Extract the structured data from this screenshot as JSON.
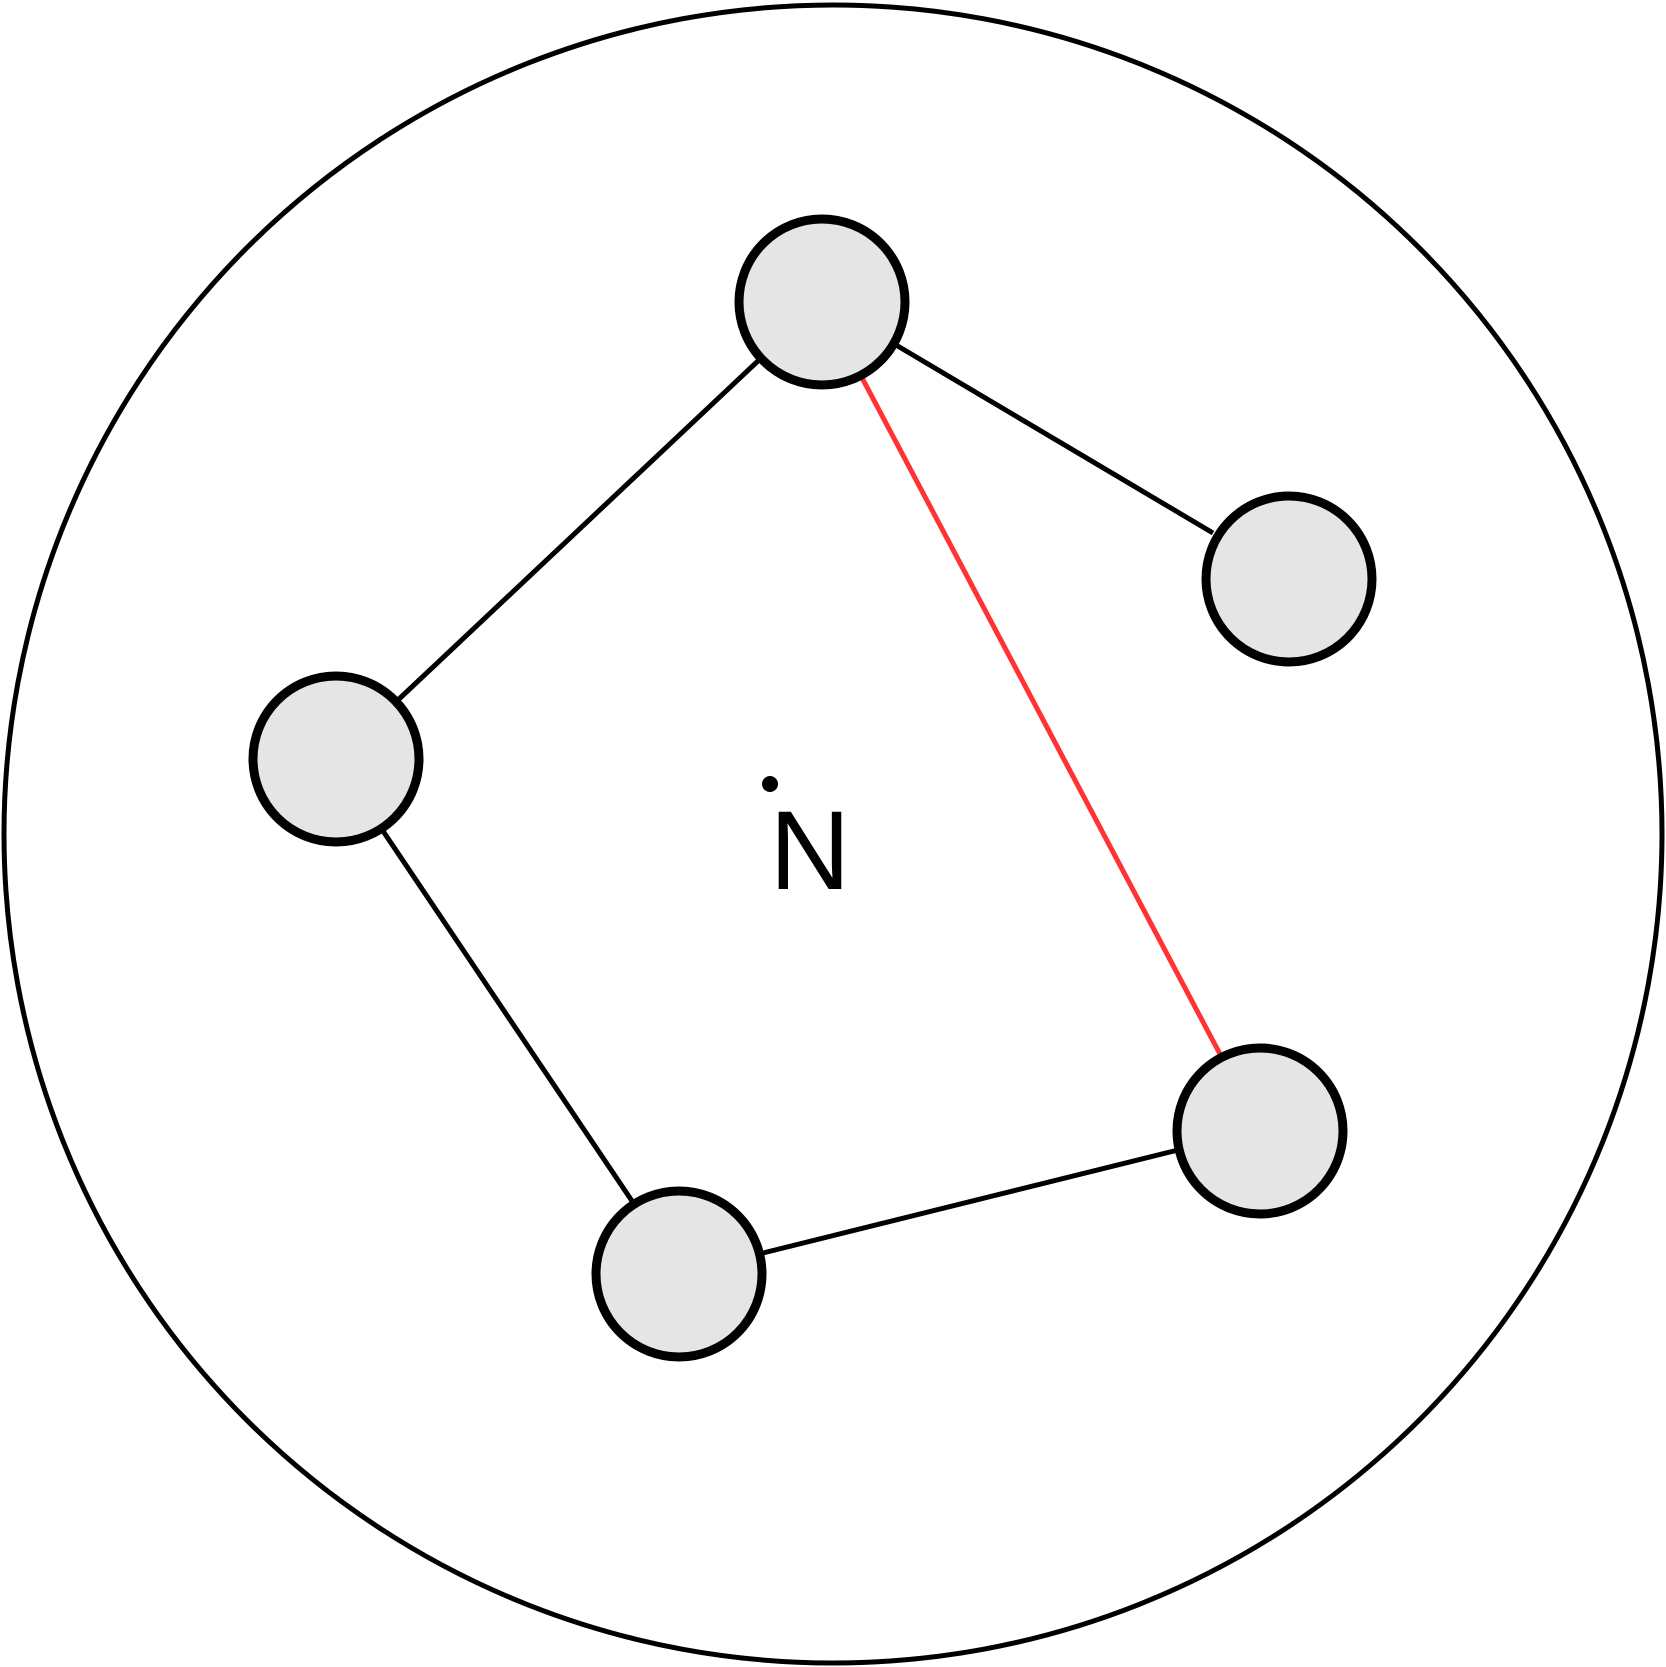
{
  "diagram": {
    "center_label": "N",
    "colors": {
      "outline": "#000000",
      "node_fill": "#e5e5e5",
      "highlight_edge": "#ff3333",
      "background": "#ffffff"
    },
    "nodes": [
      {
        "id": "top"
      },
      {
        "id": "right"
      },
      {
        "id": "left"
      },
      {
        "id": "bottom"
      },
      {
        "id": "bottom-right"
      }
    ],
    "edges": [
      {
        "from": "top",
        "to": "left",
        "highlighted": false
      },
      {
        "from": "top",
        "to": "right",
        "highlighted": false
      },
      {
        "from": "top",
        "to": "bottom-right",
        "highlighted": true
      },
      {
        "from": "left",
        "to": "bottom",
        "highlighted": false
      },
      {
        "from": "bottom",
        "to": "bottom-right",
        "highlighted": false
      }
    ]
  }
}
